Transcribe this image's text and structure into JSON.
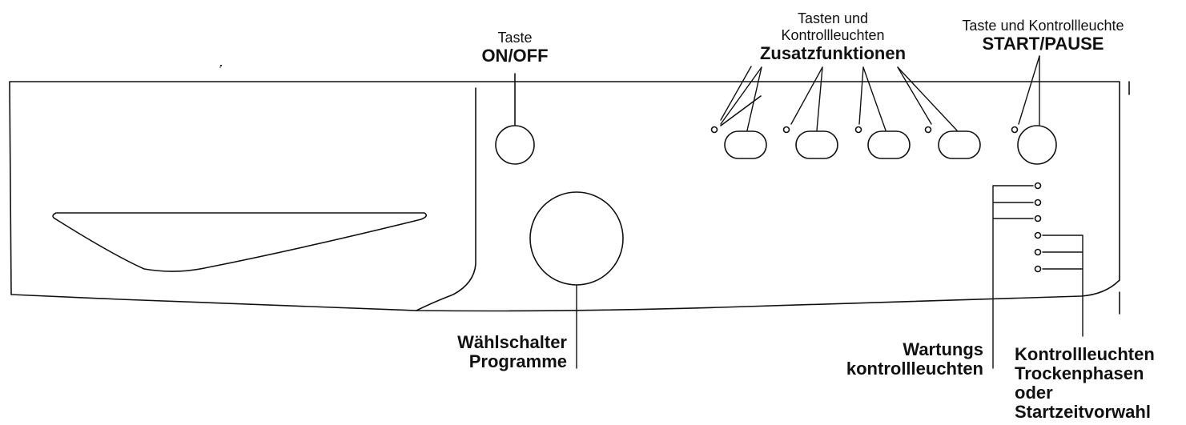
{
  "labels": {
    "on_off": {
      "line1": "Taste",
      "line2": "ON/OFF"
    },
    "extra_functions": {
      "line1": "Tasten und",
      "line2": "Kontrollleuchten",
      "line3": "Zusatzfunktionen"
    },
    "start_pause": {
      "line1": "Taste und Kontrollleuchte",
      "line2": "START/PAUSE"
    },
    "program_selector": {
      "line1": "Wählschalter",
      "line2": "Programme"
    },
    "maintenance_lights": {
      "line1": "Wartungs",
      "line2": "kontrollleuchten"
    },
    "drying_lights": {
      "line1": "Kontrollleuchten",
      "line2": "Trockenphasen",
      "line3": "oder",
      "line4": "Startzeitvorwahl"
    }
  }
}
